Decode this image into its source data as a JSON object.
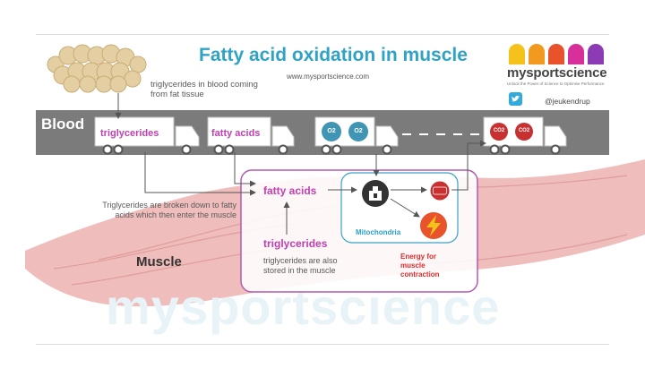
{
  "title": "Fatty acid oxidation in muscle",
  "url": "www.mysportscience.com",
  "fat_tissue_note": "triglycerides in blood coming from fat tissue",
  "brand": {
    "name": "mysportscience",
    "tagline": "Unlock the Power of Science to Optimise Performance",
    "handle": "@jeukendrup",
    "petal_colors": [
      "#f4c21a",
      "#f29a1f",
      "#e8532b",
      "#d8309a",
      "#8d3bb5"
    ]
  },
  "blood_label": "Blood",
  "trucks": {
    "triglycerides": "triglycerides",
    "fatty_acids": "fatty acids",
    "o2": "O2",
    "co2": "CO2"
  },
  "cell": {
    "fatty_acids": "fatty acids",
    "triglycerides": "triglycerides",
    "stored_note": "triglycerides are also stored in the muscle",
    "mitochondria": "Mitochondria",
    "energy_note": "Energy for muscle contraction"
  },
  "breakdown_note": "Triglycerides are broken down to fatty acids which then enter the muscle",
  "muscle_label": "Muscle",
  "watermark": "mysportscience",
  "colors": {
    "accent": "#2fa3c6",
    "pink_label": "#c040b0",
    "muscle": "#e8a8a8",
    "road": "#7b7b7b",
    "energy": "#e02828"
  }
}
